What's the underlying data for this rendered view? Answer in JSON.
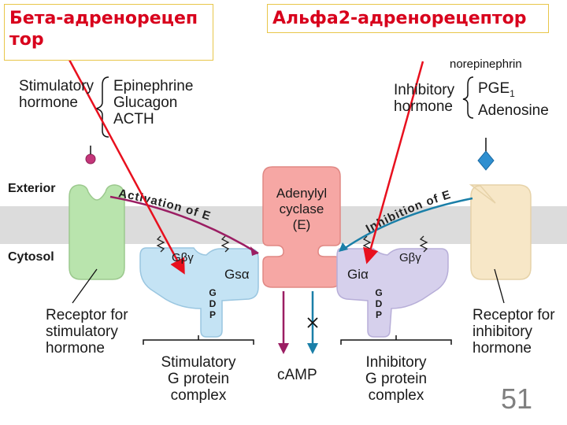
{
  "title_left": {
    "line1": "Бета-адренорецеп",
    "line2": "тор"
  },
  "title_right": "Альфа2-адренорецептор",
  "norepinephrine": "norepinephrin",
  "stimulatory": {
    "label1": "Stimulatory",
    "label2": "hormone",
    "items": [
      "Epinephrine",
      "Glucagon",
      "ACTH"
    ],
    "receptor": [
      "Receptor for",
      "stimulatory",
      "hormone"
    ],
    "complex": [
      "Stimulatory",
      "G protein",
      "complex"
    ],
    "g_beta_gamma": "Gβγ",
    "g_s_alpha": "Gsα",
    "gdp": [
      "G",
      "D",
      "P"
    ]
  },
  "inhibitory": {
    "label1": "Inhibitory",
    "label2": "hormone",
    "items": [
      "PGE",
      "Adenosine"
    ],
    "pge_sub": "1",
    "receptor": [
      "Receptor for",
      "inhibitory",
      "hormone"
    ],
    "complex": [
      "Inhibitory",
      "G protein",
      "complex"
    ],
    "g_beta_gamma": "Gβγ",
    "g_i_alpha": "Giα",
    "gdp": [
      "G",
      "D",
      "P"
    ]
  },
  "adenylyl": [
    "Adenylyl",
    "cyclase",
    "(E)"
  ],
  "exterior": "Exterior",
  "cytosol": "Cytosol",
  "activation": "Activation of E",
  "inhibition": "Inhibition of E",
  "camp": "cAMP",
  "page_number": "51"
}
